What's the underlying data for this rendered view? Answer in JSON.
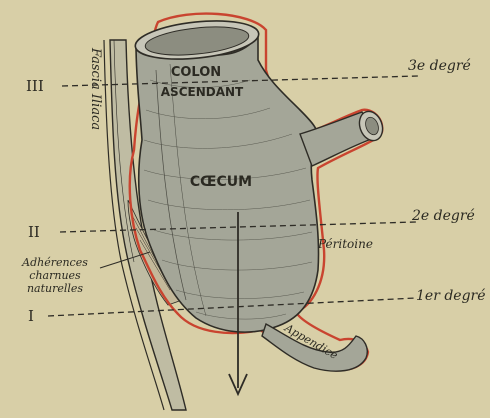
{
  "labels": {
    "colon_line1": "COLON",
    "colon_line2": "ASCENDANT",
    "caecum": "CŒCUM",
    "fascia": "Fascia Iliaca",
    "peritoine": "Péritoine",
    "appendice": "Appendice",
    "adherences_line1": "Adhérences",
    "adherences_line2": "charnues",
    "adherences_line3": "naturelles"
  },
  "levels": [
    {
      "numeral": "III",
      "degree": "3e degré"
    },
    {
      "numeral": "II",
      "degree": "2e degré"
    },
    {
      "numeral": "I",
      "degree": "1er degré"
    }
  ],
  "colors": {
    "paper": "#d8cfa7",
    "organ_fill": "#a4a698",
    "outline": "#2e2c26",
    "peritoneum_red": "#c9442f",
    "fascia_fill": "#bfbca3"
  }
}
